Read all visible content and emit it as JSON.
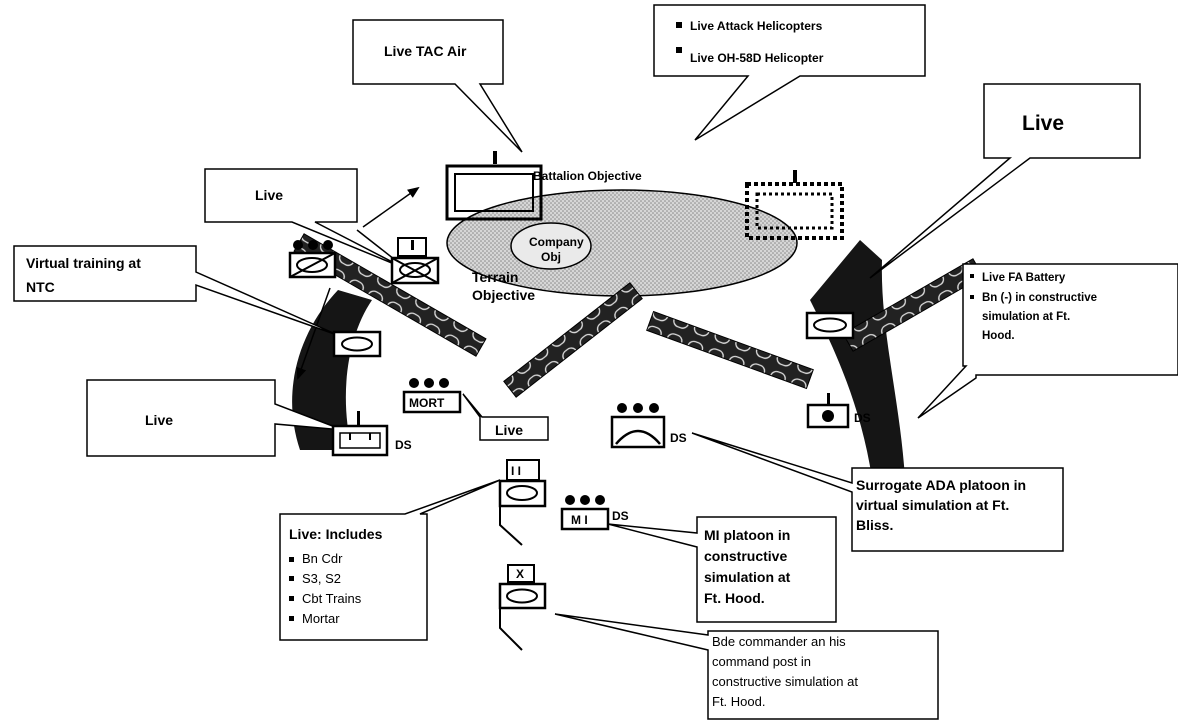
{
  "callouts": {
    "tac_air": "Live TAC Air",
    "helicopters": [
      "Live Attack Helicopters",
      "Live OH-58D Helicopter"
    ],
    "live_top_right": "Live",
    "live_upper_left": "Live",
    "virtual_training": [
      "Virtual training at",
      "NTC"
    ],
    "live_left": "Live",
    "fa_battery": [
      "Live FA Battery",
      "Bn (-) in constructive",
      "simulation at Ft.",
      "Hood."
    ],
    "mort_live": "Live",
    "includes_title": "Live: Includes",
    "includes_items": [
      "Bn Cdr",
      "S3, S2",
      "Cbt Trains",
      "Mortar"
    ],
    "ada": [
      "Surrogate ADA platoon in",
      "virtual simulation at Ft.",
      "Bliss."
    ],
    "mi": [
      "MI platoon in",
      "constructive",
      "simulation at",
      "Ft. Hood."
    ],
    "bde": [
      "Bde commander an his",
      "command post in",
      "constructive simulation at",
      "Ft. Hood."
    ]
  },
  "map_labels": {
    "battalion_objective": "Battalion Objective",
    "company_obj": [
      "Company",
      "Obj"
    ],
    "terrain_objective": [
      "Terrain",
      "Objective"
    ]
  },
  "unit_symbols": {
    "mort": "MORT",
    "mi": "M I",
    "brigade_echelon": "X",
    "ds": "DS",
    "company_echelon": "I",
    "battalion_echelon": "I I"
  }
}
